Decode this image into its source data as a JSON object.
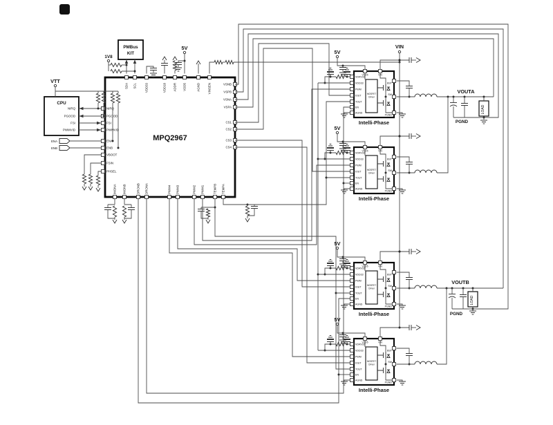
{
  "controller": {
    "part": "MPQ2967",
    "pins_left": [
      "NIRQ",
      "PGOOD",
      "FSI",
      "PWMVID",
      "ENA",
      "ENB",
      "VBOOT",
      "FSIN",
      "PHSEL"
    ],
    "pins_top": [
      "SDA",
      "SCL",
      "VDD33",
      "VDD18",
      "ADDR",
      "VDD5",
      "AGND",
      "VINSEN"
    ],
    "pins_right": [
      "VSNB",
      "VSPB",
      "VSNA",
      "VSPA",
      "CS1",
      "CS2",
      "CS3",
      "CS4"
    ],
    "pins_bottom": [
      "IMONA",
      "IMONB",
      "DRONB",
      "DRONA",
      "PWM4",
      "PWM3",
      "PWM2",
      "PWM1",
      "TEMPB",
      "TEMPA"
    ]
  },
  "cpu": {
    "label": "CPU",
    "pins": [
      "NIRQ",
      "PGOOD",
      "FSI",
      "PWMVID"
    ]
  },
  "pmbus": {
    "line1": "PMBus",
    "line2": "KIT"
  },
  "phase": {
    "label": "Intelli-Phase",
    "pins_left": [
      "VDRV33",
      "VDD33",
      "PWM",
      "IOUT",
      "TOUT",
      "EN",
      "AGND"
    ],
    "pins_top": [
      "VDD5",
      "VIN"
    ],
    "pins_right": [
      "BST",
      "SW",
      "PGND"
    ],
    "driver": [
      "MOSFET",
      "Driver"
    ]
  },
  "labels": {
    "vtt": "VTT",
    "v1v8": "1V8",
    "v5": "5V",
    "vin": "VIN",
    "vouta": "VOUTA",
    "voutb": "VOUTB",
    "pgnd": "PGND",
    "ena": "ENA",
    "enb": "ENB",
    "load": "LOAD"
  },
  "colors": {
    "wire": "#4a4a4a",
    "ink": "#111111",
    "background": "#ffffff"
  }
}
